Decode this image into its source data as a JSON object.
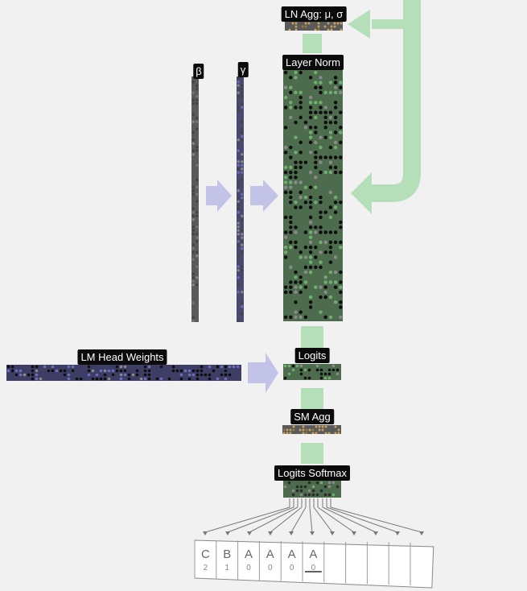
{
  "labels": {
    "ln_agg": "LN Agg: μ, σ",
    "layer_norm": "Layer Norm",
    "beta": "β",
    "gamma": "γ",
    "lm_head_weights": "LM Head Weights",
    "logits": "Logits",
    "sm_agg": "SM Agg",
    "logits_softmax": "Logits Softmax"
  },
  "output_tokens": [
    {
      "letter": "C",
      "index": "2",
      "selected": false
    },
    {
      "letter": "B",
      "index": "1",
      "selected": false
    },
    {
      "letter": "A",
      "index": "0",
      "selected": false
    },
    {
      "letter": "A",
      "index": "0",
      "selected": false
    },
    {
      "letter": "A",
      "index": "0",
      "selected": false
    },
    {
      "letter": "A",
      "index": "0",
      "selected": true
    },
    {
      "letter": "",
      "index": "",
      "selected": false
    },
    {
      "letter": "",
      "index": "",
      "selected": false
    },
    {
      "letter": "",
      "index": "",
      "selected": false
    },
    {
      "letter": "",
      "index": "",
      "selected": false
    },
    {
      "letter": "",
      "index": "",
      "selected": false
    }
  ],
  "colors": {
    "flow_green": "#b5dfb9",
    "flow_purple": "#c3c3e8",
    "matrix_green": "#4d6b4d",
    "matrix_blue": "#3d3d66",
    "aggregate_orange": "#c8a25d",
    "label_bg": "#0b0b0b"
  }
}
